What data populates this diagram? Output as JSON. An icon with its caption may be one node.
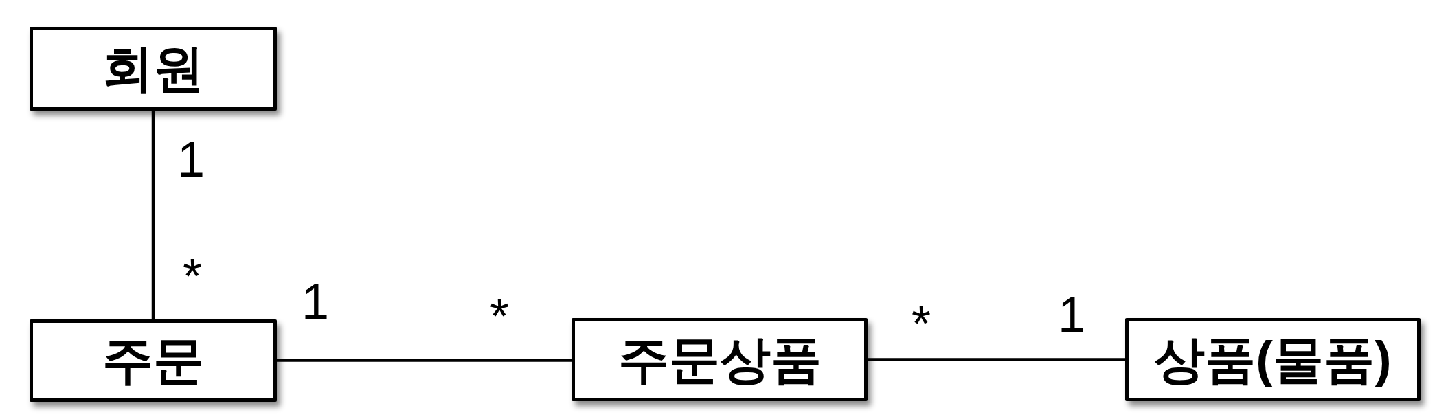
{
  "diagram": {
    "nodes": [
      {
        "text": [
          "회원"
        ]
      },
      {
        "text": [
          "주문"
        ]
      },
      {
        "text": [
          "주문상품"
        ]
      },
      {
        "text": [
          "상품(물품)"
        ]
      }
    ],
    "edges": [
      {
        "from": 0,
        "to": 1,
        "arrow": "none"
      },
      {
        "from": 1,
        "to": 2,
        "arrow": "none"
      },
      {
        "from": 2,
        "to": 3,
        "arrow": "none"
      }
    ],
    "labels": [
      "1",
      "*",
      "1",
      "*",
      "*",
      "1"
    ]
  }
}
